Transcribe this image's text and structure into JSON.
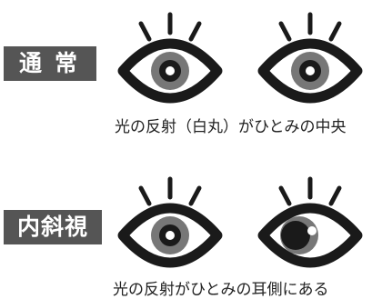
{
  "rows": [
    {
      "label": "通常",
      "caption": "光の反射（白丸）がひとみの中央",
      "eyes": [
        {
          "reflection": "center"
        },
        {
          "reflection": "center"
        }
      ]
    },
    {
      "label": "内斜視",
      "caption": "光の反射がひとみの耳側にある",
      "eyes": [
        {
          "reflection": "center"
        },
        {
          "reflection": "ear-side"
        }
      ]
    }
  ],
  "colors": {
    "badge": "#555555",
    "outline": "#1a1a1a",
    "iris": "#777777",
    "pupil": "#1a1a1a",
    "reflection": "#ffffff"
  }
}
